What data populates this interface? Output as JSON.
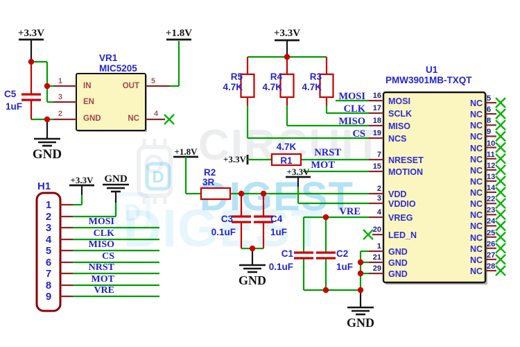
{
  "power": {
    "v33": "+3.3V",
    "v18": "+1.8V",
    "gnd": "GND"
  },
  "watermark": {
    "word1": "CIRCUIT",
    "word2": "DIGEST",
    "logo_letter": "D"
  },
  "vr1": {
    "ref": "VR1",
    "part": "MIC5205",
    "pins_left": [
      {
        "n": "1",
        "name": "IN"
      },
      {
        "n": "3",
        "name": "EN"
      },
      {
        "n": "2",
        "name": "GND"
      }
    ],
    "pins_right": [
      {
        "n": "5",
        "name": "OUT"
      },
      {
        "n": "4",
        "name": "NC"
      }
    ]
  },
  "c5": {
    "ref": "C5",
    "val": "1uF"
  },
  "h1": {
    "ref": "H1",
    "pin_numbers": [
      "1",
      "2",
      "3",
      "4",
      "5",
      "6",
      "7",
      "8",
      "9"
    ],
    "net_labels": [
      "MOSI",
      "CLK",
      "MISO",
      "CS",
      "NRST",
      "MOT",
      "VRE"
    ]
  },
  "pullups": [
    {
      "ref": "R5",
      "val": "4.7K"
    },
    {
      "ref": "R4",
      "val": "4.7K"
    },
    {
      "ref": "R3",
      "val": "4.7K"
    }
  ],
  "r1": {
    "ref": "R1",
    "val": "4.7K"
  },
  "r2": {
    "ref": "R2",
    "val": "3R"
  },
  "c3": {
    "ref": "C3",
    "val": "0.1uF"
  },
  "c4": {
    "ref": "C4",
    "val": "1uF"
  },
  "c1": {
    "ref": "C1",
    "val": "0.1uF"
  },
  "c2": {
    "ref": "C2",
    "val": "1uF"
  },
  "spi_nets": [
    "MOSI",
    "CLK",
    "MISO",
    "CS"
  ],
  "ctrl_nets": [
    "NRST",
    "MOT"
  ],
  "vre_net": "VRE",
  "u1": {
    "ref": "U1",
    "part": "PMW3901MB-TXQT",
    "pins_left": [
      {
        "n": "16",
        "name": "MOSI"
      },
      {
        "n": "17",
        "name": "SCLK"
      },
      {
        "n": "18",
        "name": "MISO"
      },
      {
        "n": "19",
        "name": "NCS"
      },
      {
        "n": "7",
        "name": "NRESET"
      },
      {
        "n": "15",
        "name": "MOTION"
      },
      {
        "n": "2",
        "name": "VDD"
      },
      {
        "n": "3",
        "name": "VDDIO"
      },
      {
        "n": "4",
        "name": "VREG"
      },
      {
        "n": "20",
        "name": "LED_N"
      },
      {
        "n": "1",
        "name": "GND"
      },
      {
        "n": "21",
        "name": "GND"
      },
      {
        "n": "29",
        "name": "GND"
      }
    ],
    "pins_right": [
      {
        "n": "5",
        "name": "NC"
      },
      {
        "n": "6",
        "name": "NC"
      },
      {
        "n": "8",
        "name": "NC"
      },
      {
        "n": "9",
        "name": "NC"
      },
      {
        "n": "10",
        "name": "NC"
      },
      {
        "n": "11",
        "name": "NC"
      },
      {
        "n": "12",
        "name": "NC"
      },
      {
        "n": "13",
        "name": "NC"
      },
      {
        "n": "14",
        "name": "NC"
      },
      {
        "n": "22",
        "name": "NC"
      },
      {
        "n": "23",
        "name": "NC"
      },
      {
        "n": "24",
        "name": "NC"
      },
      {
        "n": "25",
        "name": "NC"
      },
      {
        "n": "26",
        "name": "NC"
      },
      {
        "n": "27",
        "name": "NC"
      },
      {
        "n": "28",
        "name": "NC"
      }
    ]
  },
  "colors": {
    "wire": "#009C00",
    "component": "#C40000",
    "stub": "#8B2424",
    "net_blue": "#1F1FCC",
    "pin_blue": "#2C2CD2",
    "num_navy": "#1A1A82",
    "ic_fill": "#FBF5C0",
    "nc_x": "#00B400",
    "junction": "#CC0000"
  }
}
